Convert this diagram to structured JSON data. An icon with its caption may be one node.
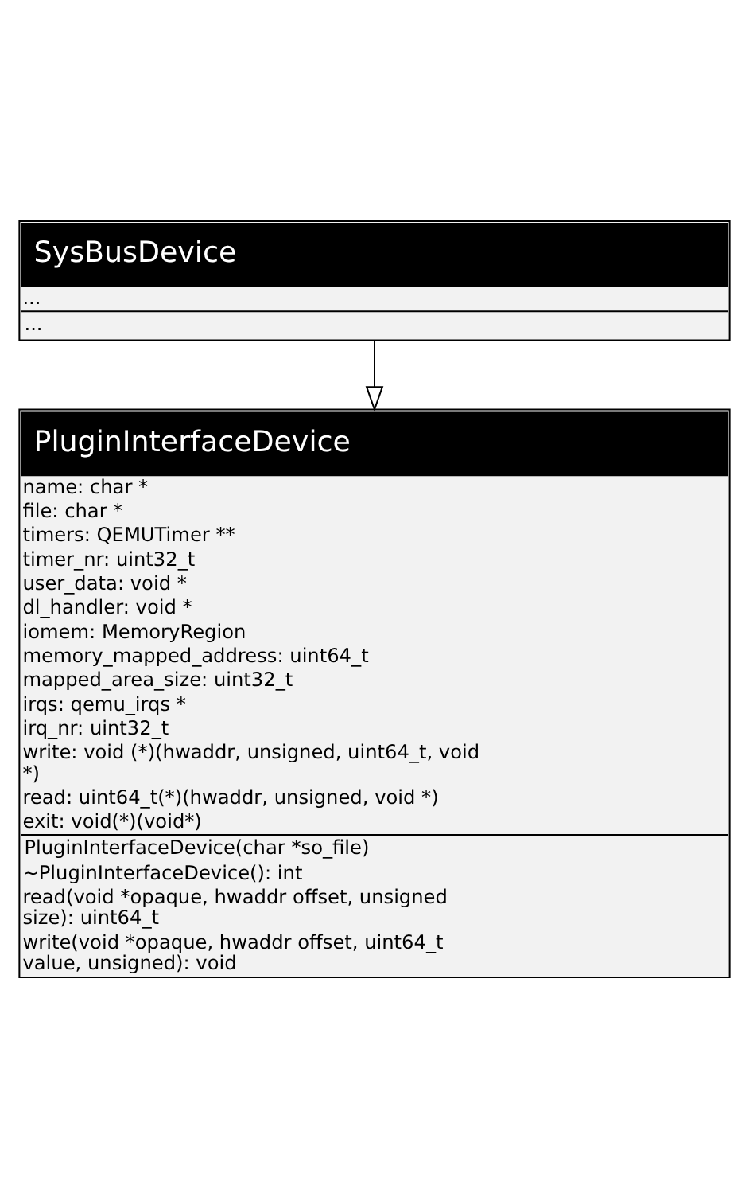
{
  "diagram": {
    "nodes": [
      {
        "text": [
          "SysBusDevice",
          "...",
          "..."
        ]
      },
      {
        "text": [
          "PluginInterfaceDevice",
          "name: char *",
          "file: char *",
          "timers: QEMUTimer **",
          "timer_nr: uint32_t",
          "user_data: void *",
          "dl_handler: void *",
          "iomem: MemoryRegion",
          "memory_mapped_address: uint64_t",
          "mapped_area_size: uint32_t",
          "irqs: qemu_irqs *",
          "irq_nr: uint32_t",
          "write: void (*)(hwaddr, unsigned, uint64_t, void *)",
          "read: uint64_t(*)(hwaddr, unsigned, void *)",
          "exit: void(*)(void*)",
          "PluginInterfaceDevice(char *so_file)",
          "~PluginInterfaceDevice(): int",
          "read(void *opaque, hwaddr offset, unsigned size): uint64_t",
          "write(void *opaque, hwaddr offset, uint64_t value, unsigned): void"
        ]
      }
    ],
    "edges": [
      {
        "from": 0,
        "to": 1,
        "arrow": "to"
      }
    ]
  }
}
